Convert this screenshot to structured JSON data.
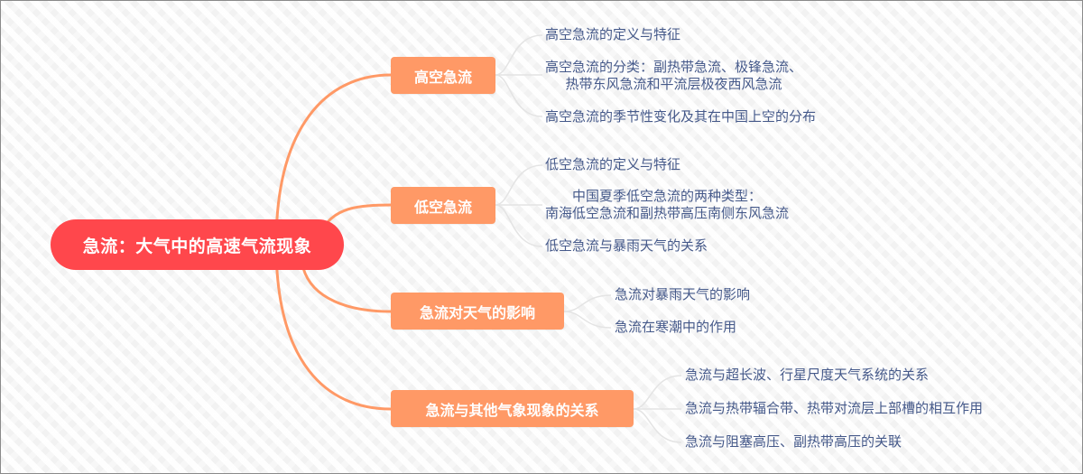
{
  "root": {
    "label": "急流：大气中的高速气流现象",
    "color": "#ff474c"
  },
  "branch_color": "#ff9966",
  "link_color": "#ff9966",
  "leaf_text_color": "#45598a",
  "branches": [
    {
      "label": "高空急流",
      "leaves": [
        {
          "label": "高空急流的定义与特征"
        },
        {
          "line1": "高空急流的分类：副热带急流、极锋急流、",
          "line2": "热带东风急流和平流层极夜西风急流"
        },
        {
          "label": "高空急流的季节性变化及其在中国上空的分布"
        }
      ]
    },
    {
      "label": "低空急流",
      "leaves": [
        {
          "label": "低空急流的定义与特征"
        },
        {
          "line1": "中国夏季低空急流的两种类型：",
          "line2": "南海低空急流和副热带高压南侧东风急流"
        },
        {
          "label": "低空急流与暴雨天气的关系"
        }
      ]
    },
    {
      "label": "急流对天气的影响",
      "leaves": [
        {
          "label": "急流对暴雨天气的影响"
        },
        {
          "label": "急流在寒潮中的作用"
        }
      ]
    },
    {
      "label": "急流与其他气象现象的关系",
      "leaves": [
        {
          "label": "急流与超长波、行星尺度天气系统的关系"
        },
        {
          "label": "急流与热带辐合带、热带对流层上部槽的相互作用"
        },
        {
          "label": "急流与阻塞高压、副热带高压的关联"
        }
      ]
    }
  ]
}
